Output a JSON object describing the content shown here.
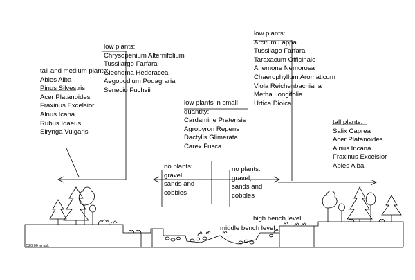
{
  "groups": {
    "left_tall_medium": {
      "title": "tall and medium plants:",
      "items": [
        "Abies Alba",
        "Pinus Silvestris",
        "Acer Platanoides",
        "Fraxinus Excelsior",
        "Alnus Icana",
        "Rubus Idaeus",
        "Sirynga Vulgaris"
      ]
    },
    "left_low": {
      "title": "low plants:",
      "items": [
        "Chrysopenium Alternifolium",
        "Tussilargo Farfara",
        "Glechoma Hederacea",
        "Aegopodium Podagraria",
        "Senecio Fuchsii"
      ]
    },
    "center_low_small": {
      "title_1": "low plants in small",
      "title_2": "quantity:",
      "items": [
        "Cardamine Pratensis",
        "Agropyron Repens",
        "Dactylis Glimerata",
        "Carex Fusca"
      ]
    },
    "right_low": {
      "title": "low plants:",
      "items": [
        "Arcitum Lappa",
        "Tussilago Farfara",
        "Taraxacum Officinale",
        "Anemone Nemorosa",
        "Chaerophyllum Aromaticum",
        "Viola Reichenbachiana",
        "Metha Longifolia",
        "Urtica Dioica"
      ]
    },
    "right_tall": {
      "title": "tall plants:",
      "items": [
        "Salix Caprea",
        "Acer Platanoides",
        "Alnus Incana",
        "Fraxinus Excelsior",
        "Abies Alba"
      ]
    }
  },
  "no_plants_left": {
    "lines": [
      "no plants:",
      "gravel,",
      "sands and",
      "cobbles"
    ]
  },
  "no_plants_right": {
    "lines": [
      "no plants:",
      "gravel,",
      "sands and",
      "cobbles"
    ]
  },
  "levels": {
    "high": "high bench level",
    "middle": "middle bench level"
  },
  "elevation": "520,00 m asl."
}
